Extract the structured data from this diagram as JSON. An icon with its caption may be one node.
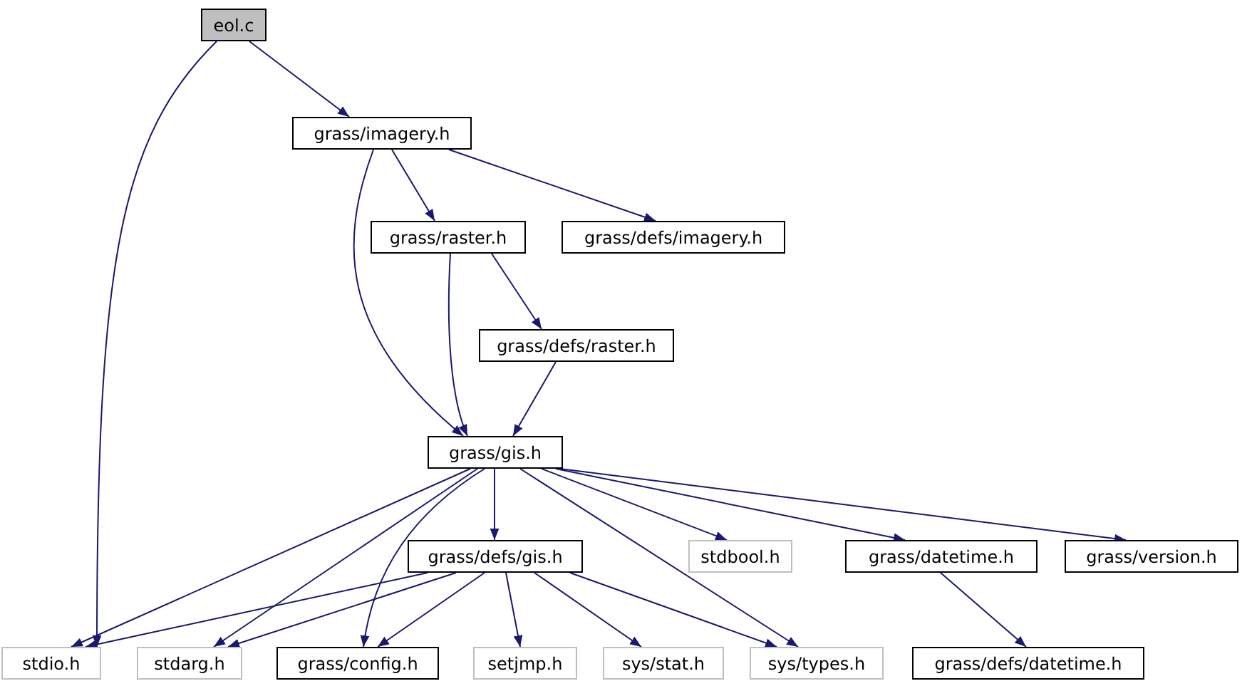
{
  "diagram": {
    "nodes": [
      {
        "text": [
          "eol.c"
        ]
      },
      {
        "text": [
          "grass/imagery.h"
        ]
      },
      {
        "text": [
          "grass/raster.h"
        ]
      },
      {
        "text": [
          "grass/defs/imagery.h"
        ]
      },
      {
        "text": [
          "grass/defs/raster.h"
        ]
      },
      {
        "text": [
          "grass/gis.h"
        ]
      },
      {
        "text": [
          "grass/defs/gis.h"
        ]
      },
      {
        "text": [
          "stdbool.h"
        ]
      },
      {
        "text": [
          "grass/datetime.h"
        ]
      },
      {
        "text": [
          "grass/version.h"
        ]
      },
      {
        "text": [
          "stdio.h"
        ]
      },
      {
        "text": [
          "stdarg.h"
        ]
      },
      {
        "text": [
          "grass/config.h"
        ]
      },
      {
        "text": [
          "setjmp.h"
        ]
      },
      {
        "text": [
          "sys/stat.h"
        ]
      },
      {
        "text": [
          "sys/types.h"
        ]
      },
      {
        "text": [
          "grass/defs/datetime.h"
        ]
      }
    ],
    "edges": [
      {
        "from": 0,
        "to": 1,
        "arrow": "to"
      },
      {
        "from": 0,
        "to": 10,
        "arrow": "to"
      },
      {
        "from": 1,
        "to": 2,
        "arrow": "to"
      },
      {
        "from": 1,
        "to": 3,
        "arrow": "to"
      },
      {
        "from": 1,
        "to": 5,
        "arrow": "to"
      },
      {
        "from": 2,
        "to": 5,
        "arrow": "to"
      },
      {
        "from": 2,
        "to": 4,
        "arrow": "to"
      },
      {
        "from": 4,
        "to": 5,
        "arrow": "to"
      },
      {
        "from": 5,
        "to": 10,
        "arrow": "to"
      },
      {
        "from": 5,
        "to": 11,
        "arrow": "to"
      },
      {
        "from": 5,
        "to": 12,
        "arrow": "to"
      },
      {
        "from": 5,
        "to": 6,
        "arrow": "to"
      },
      {
        "from": 5,
        "to": 7,
        "arrow": "to"
      },
      {
        "from": 5,
        "to": 8,
        "arrow": "to"
      },
      {
        "from": 5,
        "to": 9,
        "arrow": "to"
      },
      {
        "from": 5,
        "to": 15,
        "arrow": "to"
      },
      {
        "from": 6,
        "to": 10,
        "arrow": "to"
      },
      {
        "from": 6,
        "to": 11,
        "arrow": "to"
      },
      {
        "from": 6,
        "to": 12,
        "arrow": "to"
      },
      {
        "from": 6,
        "to": 13,
        "arrow": "to"
      },
      {
        "from": 6,
        "to": 14,
        "arrow": "to"
      },
      {
        "from": 6,
        "to": 15,
        "arrow": "to"
      },
      {
        "from": 8,
        "to": 16,
        "arrow": "to"
      }
    ]
  }
}
